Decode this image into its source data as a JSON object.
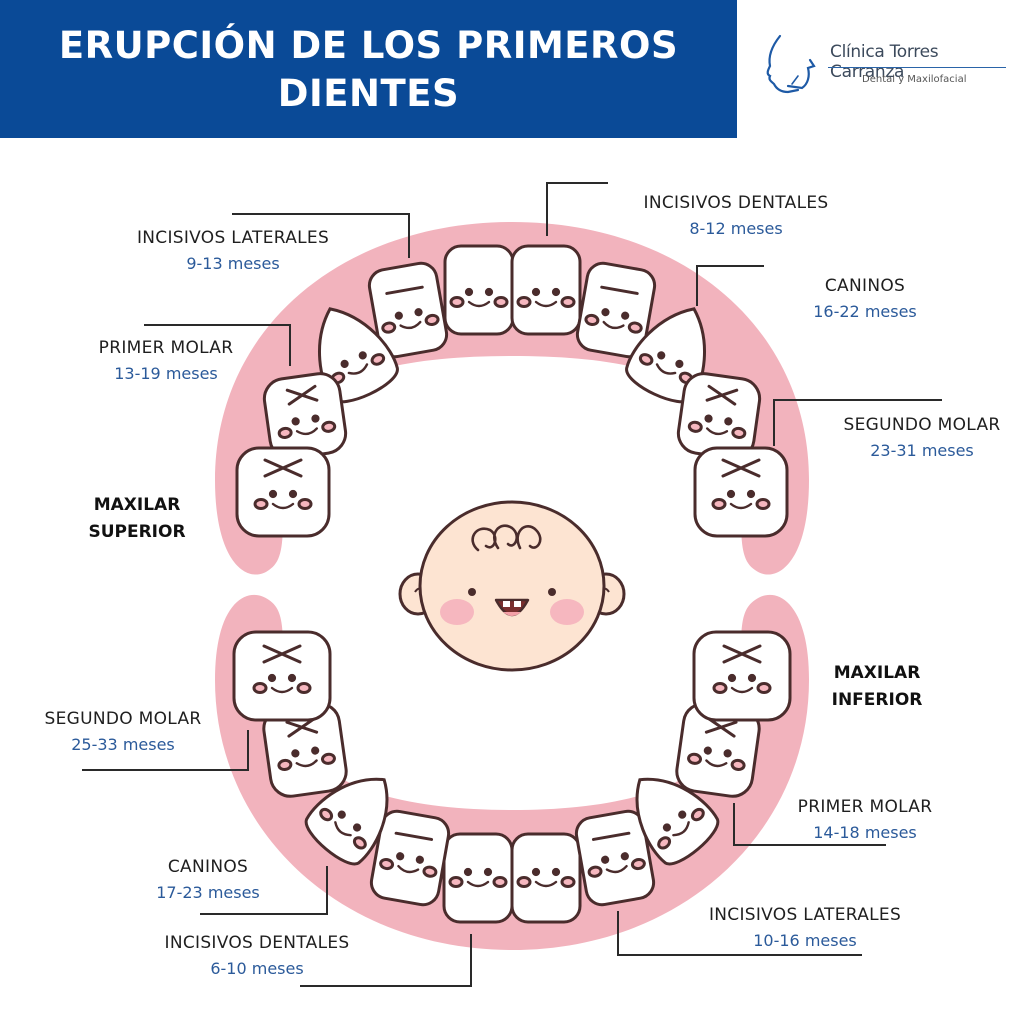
{
  "header": {
    "title_line1": "ERUPCIÓN DE LOS PRIMEROS",
    "title_line2": "DIENTES",
    "bg_color": "#0a4a97"
  },
  "logo": {
    "name": "Clínica Torres Carranza",
    "subtitle": "Dental y Maxilofacial",
    "icon": "face-profile-icon"
  },
  "upper_jaw": {
    "label_line1": "MAXILAR",
    "label_line2": "SUPERIOR",
    "teeth": [
      {
        "name": "INCISIVOS DENTALES",
        "months": "8-12 meses"
      },
      {
        "name": "INCISIVOS LATERALES",
        "months": "9-13 meses"
      },
      {
        "name": "CANINOS",
        "months": "16-22 meses"
      },
      {
        "name": "PRIMER MOLAR",
        "months": "13-19 meses"
      },
      {
        "name": "SEGUNDO MOLAR",
        "months": "23-31 meses"
      }
    ]
  },
  "lower_jaw": {
    "label_line1": "MAXILAR",
    "label_line2": "INFERIOR",
    "teeth": [
      {
        "name": "SEGUNDO MOLAR",
        "months": "25-33 meses"
      },
      {
        "name": "PRIMER MOLAR",
        "months": "14-18 meses"
      },
      {
        "name": "CANINOS",
        "months": "17-23 meses"
      },
      {
        "name": "INCISIVOS LATERALES",
        "months": "10-16 meses"
      },
      {
        "name": "INCISIVOS DENTALES",
        "months": "6-10 meses"
      }
    ]
  },
  "colors": {
    "gum": "#f2b3bd",
    "tooth": "#ffffff",
    "outline": "#4a2c2c",
    "cheek": "#f6b7bf",
    "months_text": "#2b5a9a"
  }
}
